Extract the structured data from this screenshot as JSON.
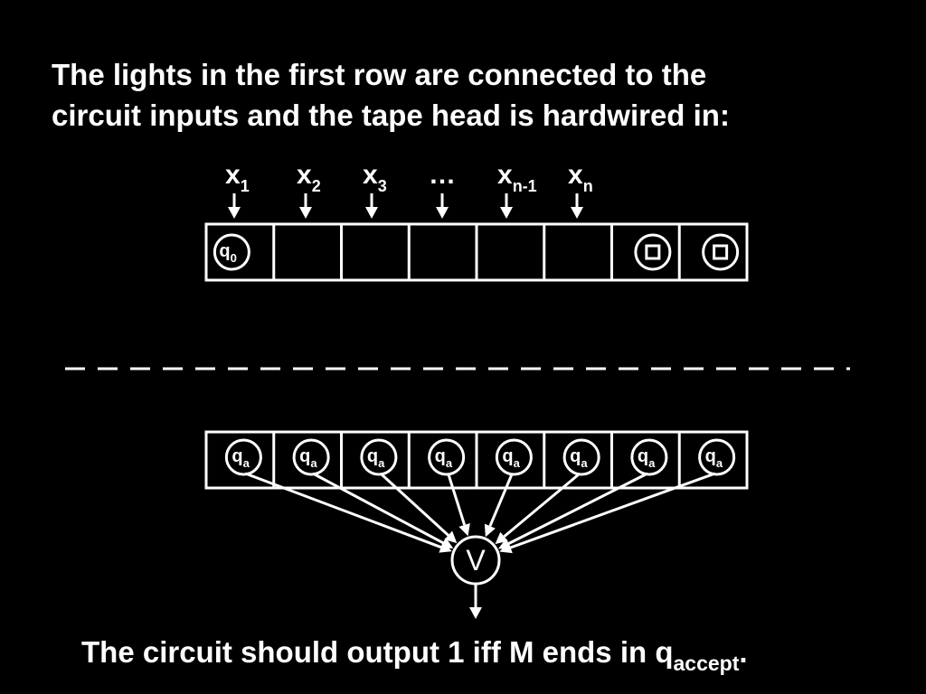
{
  "title": {
    "line1": "The lights in the first row are connected to the",
    "line2": "circuit inputs and the tape head is hardwired in:"
  },
  "inputs": [
    {
      "base": "x",
      "sub": "1"
    },
    {
      "base": "x",
      "sub": "2"
    },
    {
      "base": "x",
      "sub": "3"
    },
    {
      "base": "…",
      "sub": ""
    },
    {
      "base": "x",
      "sub": "n-1"
    },
    {
      "base": "x",
      "sub": "n"
    }
  ],
  "top_row": {
    "cells": [
      {
        "label": "q",
        "sub": "0",
        "box": false
      },
      {
        "label": "",
        "sub": "",
        "box": false
      },
      {
        "label": "",
        "sub": "",
        "box": false
      },
      {
        "label": "",
        "sub": "",
        "box": false
      },
      {
        "label": "",
        "sub": "",
        "box": false
      },
      {
        "label": "",
        "sub": "",
        "box": false
      },
      {
        "label": "",
        "sub": "",
        "box": true
      },
      {
        "label": "",
        "sub": "",
        "box": true
      }
    ]
  },
  "bottom_row": {
    "cells": [
      {
        "label": "q",
        "sub": "a"
      },
      {
        "label": "q",
        "sub": "a"
      },
      {
        "label": "q",
        "sub": "a"
      },
      {
        "label": "q",
        "sub": "a"
      },
      {
        "label": "q",
        "sub": "a"
      },
      {
        "label": "q",
        "sub": "a"
      },
      {
        "label": "q",
        "sub": "a"
      },
      {
        "label": "q",
        "sub": "a"
      }
    ]
  },
  "or_gate": {
    "label": "V"
  },
  "footer": {
    "text": "The circuit should output 1 iff M ends in q",
    "sub": "accept",
    "end": "."
  },
  "colors": {
    "background": "#000000",
    "foreground": "#ffffff"
  }
}
